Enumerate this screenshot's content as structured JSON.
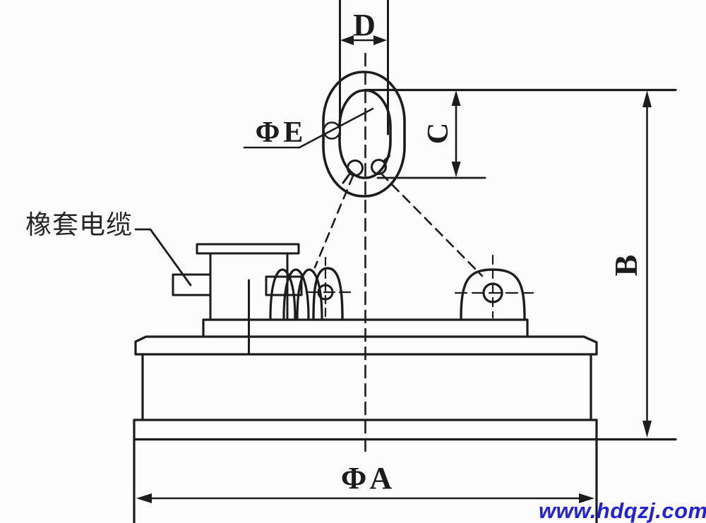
{
  "diagram": {
    "dimensions": {
      "link_inner_width": "D",
      "link_wire_diameter": "ΦE",
      "link_inner_length": "C",
      "overall_height": "B",
      "magnet_diameter": "ΦA"
    },
    "annotations": {
      "cable_label": "橡套电缆"
    },
    "watermark": {
      "text": "www.hdqzj.com",
      "color": "#2121dd"
    },
    "colors": {
      "line": "#1c1c1c",
      "background": "#fcfcfc"
    }
  }
}
